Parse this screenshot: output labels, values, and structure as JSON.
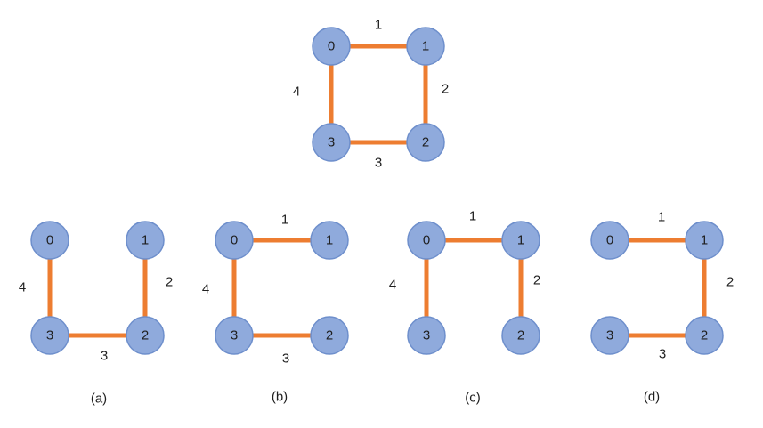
{
  "colors": {
    "node_fill": "#8faadc",
    "node_stroke": "#6e8fcc",
    "edge": "#ed7d31",
    "text": "#1f1f1f"
  },
  "graphs": [
    {
      "id": "original",
      "caption": "",
      "nodes": [
        "0",
        "1",
        "2",
        "3"
      ],
      "edges": [
        {
          "from": "0",
          "to": "1",
          "weight": "1"
        },
        {
          "from": "1",
          "to": "2",
          "weight": "2"
        },
        {
          "from": "2",
          "to": "3",
          "weight": "3"
        },
        {
          "from": "0",
          "to": "3",
          "weight": "4"
        }
      ]
    },
    {
      "id": "a",
      "caption": "(a)",
      "nodes": [
        "0",
        "1",
        "2",
        "3"
      ],
      "edges": [
        {
          "from": "0",
          "to": "3",
          "weight": "4"
        },
        {
          "from": "1",
          "to": "2",
          "weight": "2"
        },
        {
          "from": "2",
          "to": "3",
          "weight": "3"
        }
      ]
    },
    {
      "id": "b",
      "caption": "(b)",
      "nodes": [
        "0",
        "1",
        "2",
        "3"
      ],
      "edges": [
        {
          "from": "0",
          "to": "1",
          "weight": "1"
        },
        {
          "from": "0",
          "to": "3",
          "weight": "4"
        },
        {
          "from": "2",
          "to": "3",
          "weight": "3"
        }
      ]
    },
    {
      "id": "c",
      "caption": "(c)",
      "nodes": [
        "0",
        "1",
        "2",
        "3"
      ],
      "edges": [
        {
          "from": "0",
          "to": "1",
          "weight": "1"
        },
        {
          "from": "0",
          "to": "3",
          "weight": "4"
        },
        {
          "from": "1",
          "to": "2",
          "weight": "2"
        }
      ]
    },
    {
      "id": "d",
      "caption": "(d)",
      "nodes": [
        "0",
        "1",
        "2",
        "3"
      ],
      "edges": [
        {
          "from": "0",
          "to": "1",
          "weight": "1"
        },
        {
          "from": "1",
          "to": "2",
          "weight": "2"
        },
        {
          "from": "2",
          "to": "3",
          "weight": "3"
        }
      ]
    }
  ]
}
